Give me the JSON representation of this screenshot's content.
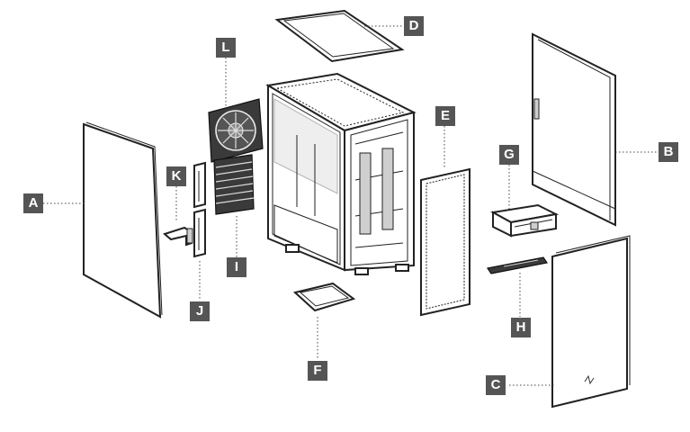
{
  "diagram": {
    "callouts": [
      {
        "id": "A",
        "label": "A"
      },
      {
        "id": "B",
        "label": "B"
      },
      {
        "id": "C",
        "label": "C"
      },
      {
        "id": "D",
        "label": "D"
      },
      {
        "id": "E",
        "label": "E"
      },
      {
        "id": "F",
        "label": "F"
      },
      {
        "id": "G",
        "label": "G"
      },
      {
        "id": "H",
        "label": "H"
      },
      {
        "id": "I",
        "label": "I"
      },
      {
        "id": "J",
        "label": "J"
      },
      {
        "id": "K",
        "label": "K"
      },
      {
        "id": "L",
        "label": "L"
      }
    ],
    "callout_color": "#555555",
    "line_color": "#222222"
  }
}
